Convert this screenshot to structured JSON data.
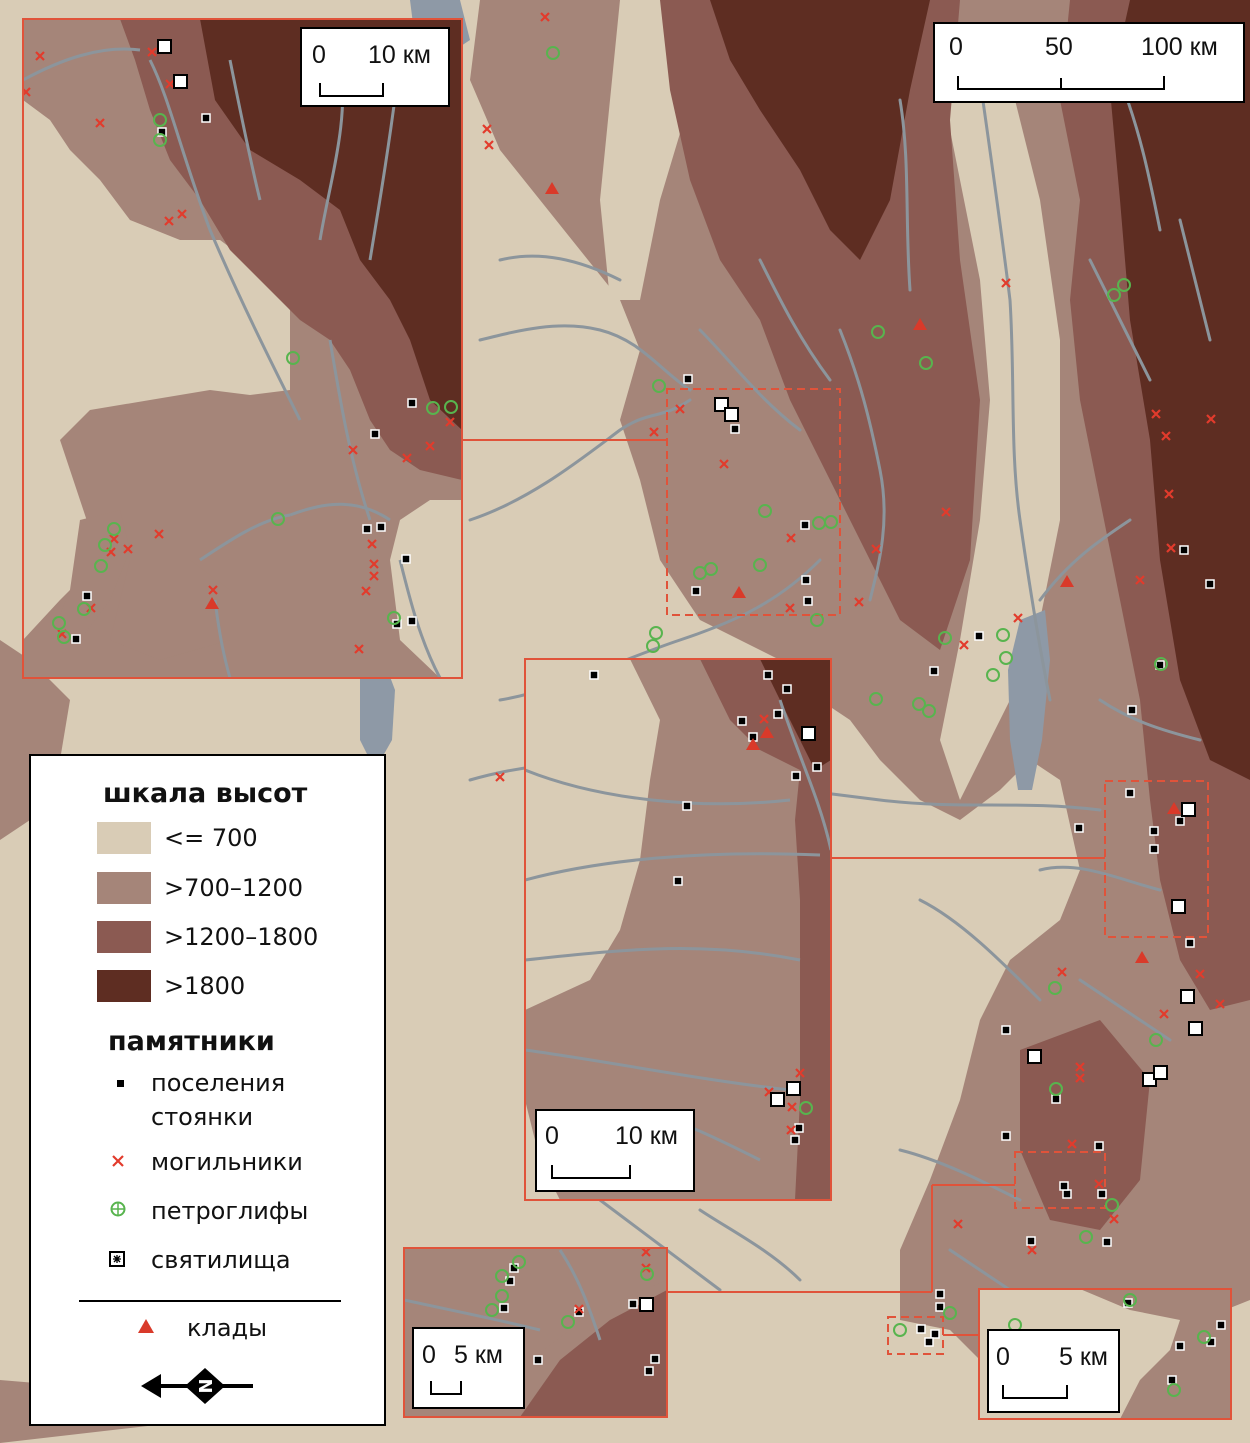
{
  "colors": {
    "elev_lt700": "#d9ccb6",
    "elev_700_1200": "#a58579",
    "elev_1200_1800": "#8b5a52",
    "elev_gt1800": "#5e2d22",
    "rivers": "#8c959c",
    "lakes": "#8e99a6",
    "inset_frame": "#e0533a",
    "burial": "#e23b2c",
    "petroglyph": "#58b44e",
    "hoard": "#d93a2a"
  },
  "scales": {
    "main": {
      "zero": "0",
      "mid": "50",
      "max": "100 км"
    },
    "inset_nw": {
      "zero": "0",
      "max": "10 км"
    },
    "inset_center": {
      "zero": "0",
      "max": "10 км"
    },
    "inset_sw": {
      "zero": "0",
      "max": "5 км"
    },
    "inset_se": {
      "zero": "0",
      "max": "5 км"
    }
  },
  "legend": {
    "elev_title": "шкала высот",
    "elev_classes": [
      "<= 700",
      ">700–1200",
      ">1200–1800",
      ">1800"
    ],
    "sites_title": "памятники",
    "sites": {
      "settlements_line1": "поселения",
      "settlements_line2": "стоянки",
      "burials": "могильники",
      "petroglyphs": "петроглифы",
      "sanctuaries": "святилища"
    },
    "hoards": "клады",
    "north_letter": "N",
    "north_icon": "north-arrow-icon"
  }
}
